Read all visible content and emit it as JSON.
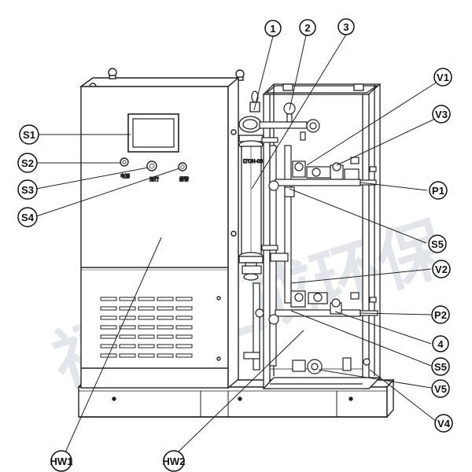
{
  "watermark": "福建汇成环保",
  "panel_labels": {
    "power": "电源",
    "run": "运行",
    "alarm": "报警"
  },
  "uv_tube_label": "LTOH-03",
  "callouts": {
    "c1": "1",
    "c2": "2",
    "c3": "3",
    "c4": "4",
    "v1": "V1",
    "v2": "V2",
    "v3": "V3",
    "v4": "V4",
    "v5": "V5",
    "p1": "P1",
    "p2": "P2",
    "s1": "S1",
    "s2": "S2",
    "s3": "S3",
    "s4": "S4",
    "s5a": "S5",
    "s5b": "S5",
    "hw1": "HW1",
    "hw2": "HW2"
  }
}
